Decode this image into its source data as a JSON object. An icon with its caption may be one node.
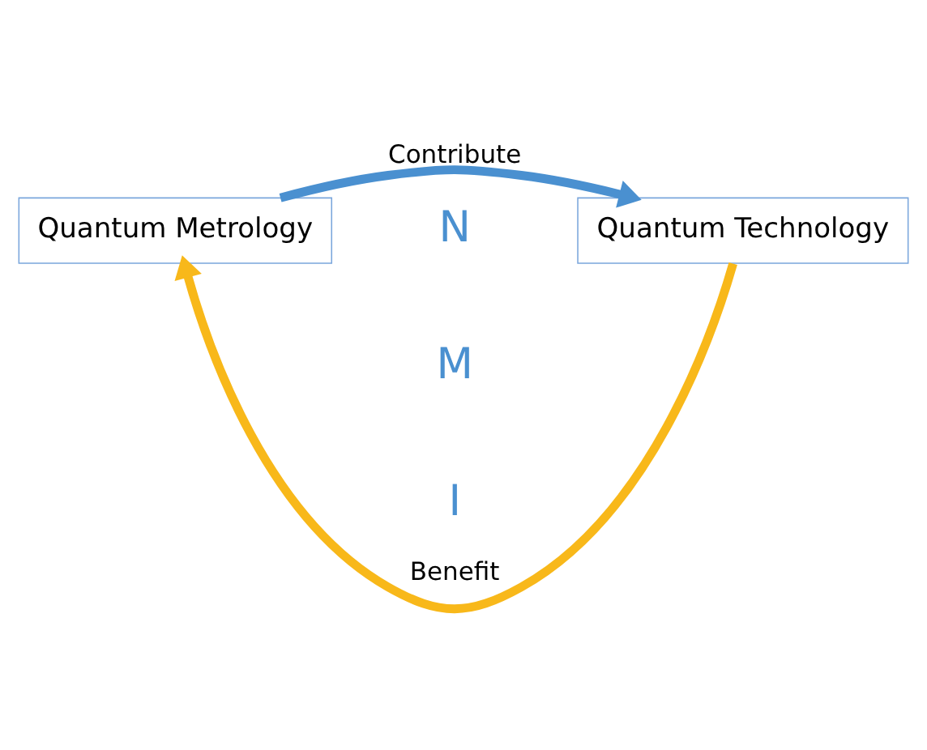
{
  "diagram": {
    "nodes": [
      {
        "text": [
          "Quantum Metrology"
        ]
      },
      {
        "text": [
          "Quantum Technology"
        ]
      }
    ],
    "edges": [
      {
        "from": 0,
        "to": 1,
        "arrow": "to",
        "label": "Contribute",
        "color": "#4a90d0"
      },
      {
        "from": 1,
        "to": 0,
        "arrow": "to",
        "label": "Benefit",
        "color": "#f8b81a"
      }
    ],
    "labels": [
      "N",
      "M",
      "I"
    ]
  }
}
